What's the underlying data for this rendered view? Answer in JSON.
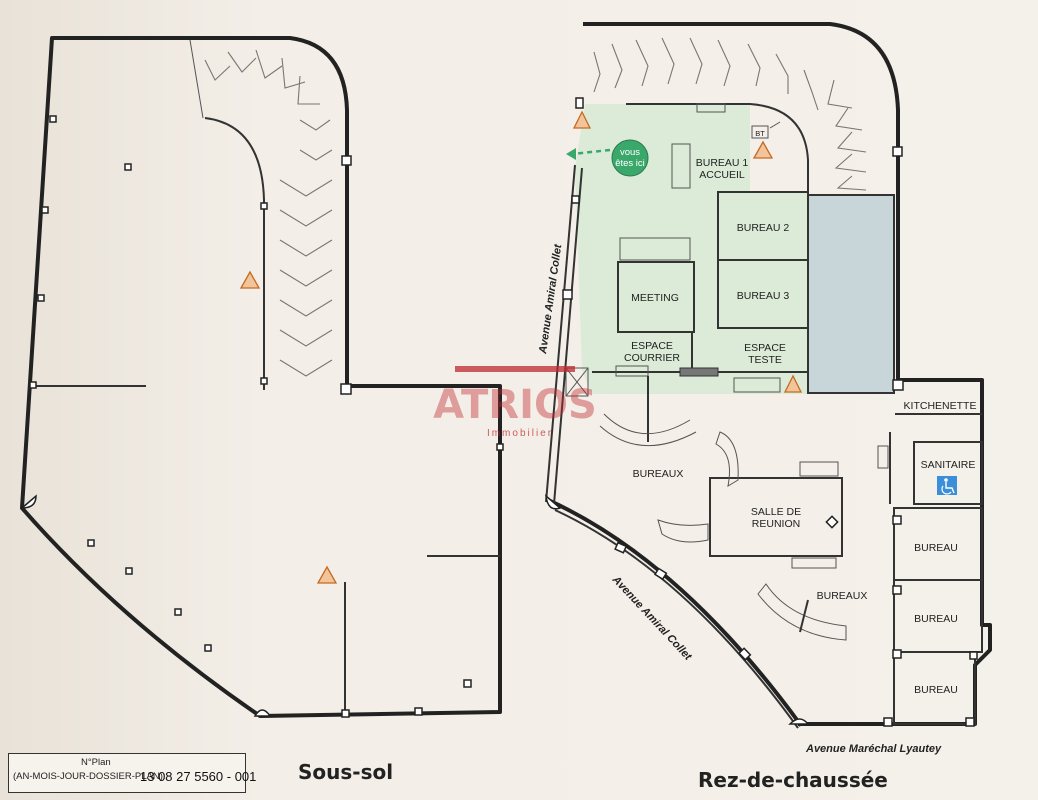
{
  "logo": {
    "brand": "ATRIOS",
    "tagline": "Immobilier"
  },
  "plan_info": {
    "label_line1": "N°Plan",
    "label_line2": "(AN-MOIS-JOUR-DOSSIER-PLAN):",
    "number": "13 08 27 5560 - 001"
  },
  "levels": {
    "basement": "Sous-sol",
    "ground": "Rez-de-chaussée"
  },
  "you_are_here": {
    "line1": "vous",
    "line2": "êtes ici"
  },
  "rooms": {
    "bureau1_line1": "BUREAU 1",
    "bureau1_line2": "ACCUEIL",
    "bureau2": "BUREAU 2",
    "bureau3": "BUREAU 3",
    "meeting": "MEETING",
    "espace_courrier_line1": "ESPACE",
    "espace_courrier_line2": "COURRIER",
    "espace_teste_line1": "ESPACE",
    "espace_teste_line2": "TESTE",
    "kitchenette": "KITCHENETTE",
    "sanitaire": "SANITAIRE",
    "bureau_a": "BUREAU",
    "bureau_b": "BUREAU",
    "bureau_c": "BUREAU",
    "bureaux_1": "BUREAUX",
    "bureaux_2": "BUREAUX",
    "salle_line1": "SALLE DE",
    "salle_line2": "REUNION",
    "bt": "BT"
  },
  "streets": {
    "street_1": "Avenue Amiral Collet",
    "street_2": "Avenue Amiral Collet",
    "street_3": "Avenue Maréchal Lyautey"
  },
  "colors": {
    "highlight": "#dcebd8",
    "blue_zone": "#c8d6d9",
    "here_marker": "#3aa86b",
    "logo_red": "#c0282d",
    "warning": "#f3c49a"
  }
}
